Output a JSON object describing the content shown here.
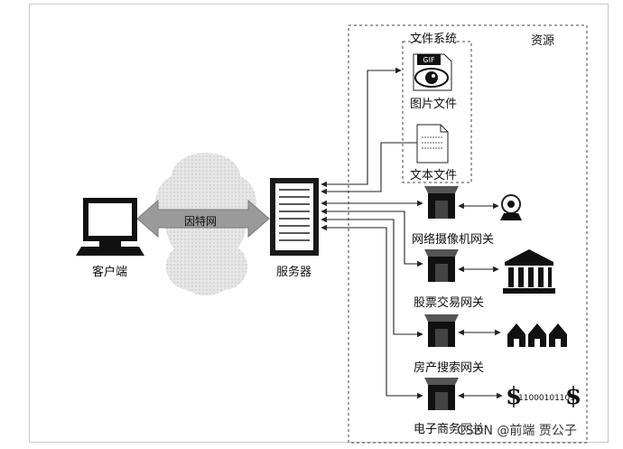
{
  "resources_label": "资源",
  "filesystem_label": "文件系统",
  "internet_label": "因特网",
  "client_label": "客户端",
  "server_label": "服务器",
  "gif_badge": "GIF",
  "binary_text": "11000101101",
  "dollar_sign": "$",
  "watermark": "CSDN @前端 贾公子",
  "resources": [
    {
      "label": "图片文件",
      "icon": "image-file-icon"
    },
    {
      "label": "文本文件",
      "icon": "text-file-icon"
    },
    {
      "label": "网络摄像机网关",
      "icon": "webcam-icon"
    },
    {
      "label": "股票交易网关",
      "icon": "bank-building-icon"
    },
    {
      "label": "房产搜索网关",
      "icon": "houses-icon"
    },
    {
      "label": "电子商务网关",
      "icon": "dollar-binary-icon"
    }
  ]
}
